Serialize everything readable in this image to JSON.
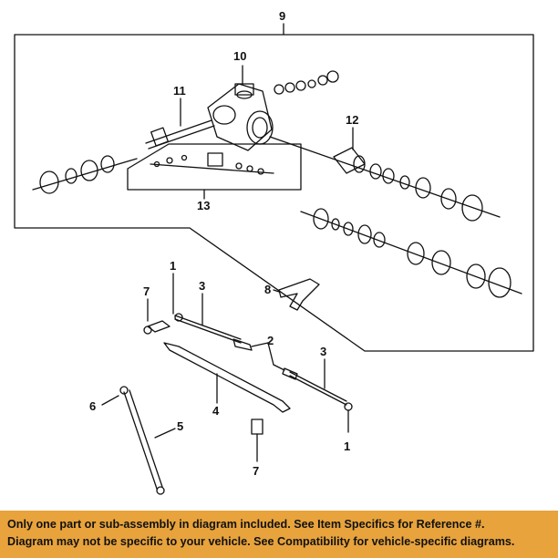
{
  "callouts": {
    "c9": "9",
    "c10": "10",
    "c11": "11",
    "c12": "12",
    "c13": "13",
    "c1_top": "1",
    "c1_bottom": "1",
    "c2": "2",
    "c3_left": "3",
    "c3_right": "3",
    "c4": "4",
    "c5": "5",
    "c6": "6",
    "c7_top": "7",
    "c7_bottom": "7",
    "c8": "8"
  },
  "footer": {
    "line1": "Only one part or sub-assembly in diagram included. See Item Specifics for Reference #.",
    "line2": "Diagram may not be specific to your vehicle. See Compatibility for vehicle-specific diagrams."
  },
  "colors": {
    "footer_bg": "#e8a33c",
    "line": "#111111"
  }
}
